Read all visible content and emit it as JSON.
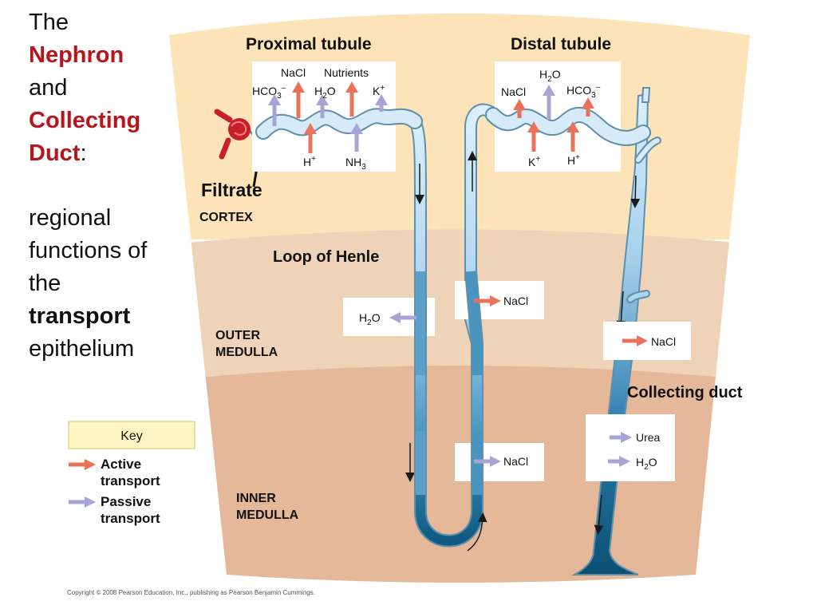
{
  "heading": {
    "line1": "The",
    "line2": "Nephron",
    "line3": "and",
    "line4": "Collecting",
    "line5a": "Duct",
    "line5b": ":",
    "line6": "regional",
    "line7": "functions of",
    "line8": "the",
    "line9": "transport",
    "line10": "epithelium"
  },
  "labels": {
    "proximal": "Proximal tubule",
    "distal": "Distal tubule",
    "filtrate": "Filtrate",
    "cortex": "CORTEX",
    "loop": "Loop of Henle",
    "outer1": "OUTER",
    "outer2": "MEDULLA",
    "inner1": "INNER",
    "inner2": "MEDULLA",
    "collecting": "Collecting duct"
  },
  "proximal_box": {
    "nacl": "NaCl",
    "nutrients": "Nutrients",
    "hco3": "HCO",
    "hco3_sub": "3",
    "hco3_sup": "–",
    "h2o_h": "H",
    "h2o_sub": "2",
    "h2o_o": "O",
    "k": "K",
    "k_sup": "+",
    "h": "H",
    "h_sup": "+",
    "nh3": "NH",
    "nh3_sub": "3"
  },
  "distal_box": {
    "h2o_h": "H",
    "h2o_sub": "2",
    "h2o_o": "O",
    "nacl": "NaCl",
    "hco3": "HCO",
    "hco3_sub": "3",
    "hco3_sup": "–",
    "k": "K",
    "k_sup": "+",
    "h": "H",
    "h_sup": "+"
  },
  "loop_boxes": {
    "descending_h2o_h": "H",
    "descending_h2o_sub": "2",
    "descending_h2o_o": "O",
    "thick_ascending_nacl": "NaCl",
    "thin_ascending_nacl": "NaCl"
  },
  "collecting_boxes": {
    "outer_nacl": "NaCl",
    "urea": "Urea",
    "h2o_h": "H",
    "h2o_sub": "2",
    "h2o_o": "O"
  },
  "key": {
    "title": "Key",
    "active1": "Active",
    "active2": "transport",
    "passive1": "Passive",
    "passive2": "transport"
  },
  "colors": {
    "active": "#e8735a",
    "passive": "#a8a4d4",
    "cortex_bg": "#fce4b8",
    "outer_bg": "#efd3b8",
    "inner_bg": "#e4b898",
    "title_red": "#b8141c",
    "tube_light": "#d6ebf7",
    "tube_dark": "#0e5a80"
  },
  "copyright": "Copyright © 2008 Pearson Education, Inc., publishing as Pearson Benjamin Cummings."
}
